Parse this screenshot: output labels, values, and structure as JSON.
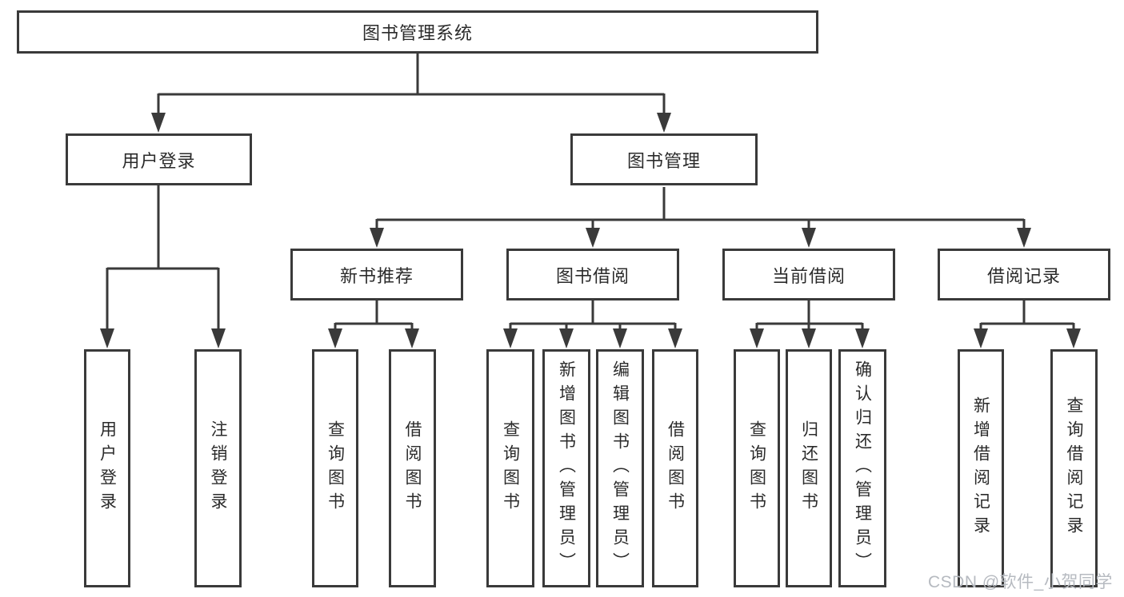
{
  "diagram_title": "图书管理系统",
  "watermark": "CSDN @软件_小贺同学",
  "colors": {
    "line": "#3a3a3a",
    "box_border": "#3a3a3a",
    "text": "#2b2b2b",
    "watermark": "#b6bac0",
    "background": "#ffffff"
  },
  "root": {
    "label": "图书管理系统"
  },
  "level2": [
    {
      "label": "用户登录"
    },
    {
      "label": "图书管理"
    }
  ],
  "level3": [
    {
      "label": "新书推荐"
    },
    {
      "label": "图书借阅"
    },
    {
      "label": "当前借阅"
    },
    {
      "label": "借阅记录"
    }
  ],
  "leaves": [
    {
      "label": "用户登录",
      "parent": "用户登录"
    },
    {
      "label": "注销登录",
      "parent": "用户登录"
    },
    {
      "label": "查询图书",
      "parent": "新书推荐"
    },
    {
      "label": "借阅图书",
      "parent": "新书推荐"
    },
    {
      "label": "查询图书",
      "parent": "图书借阅"
    },
    {
      "label": "新增图书（管理员）",
      "parent": "图书借阅"
    },
    {
      "label": "编辑图书（管理员）",
      "parent": "图书借阅"
    },
    {
      "label": "借阅图书",
      "parent": "图书借阅"
    },
    {
      "label": "查询图书",
      "parent": "当前借阅"
    },
    {
      "label": "归还图书",
      "parent": "当前借阅"
    },
    {
      "label": "确认归还（管理员）",
      "parent": "当前借阅"
    },
    {
      "label": "新增借阅记录",
      "parent": "借阅记录"
    },
    {
      "label": "查询借阅记录",
      "parent": "借阅记录"
    }
  ]
}
